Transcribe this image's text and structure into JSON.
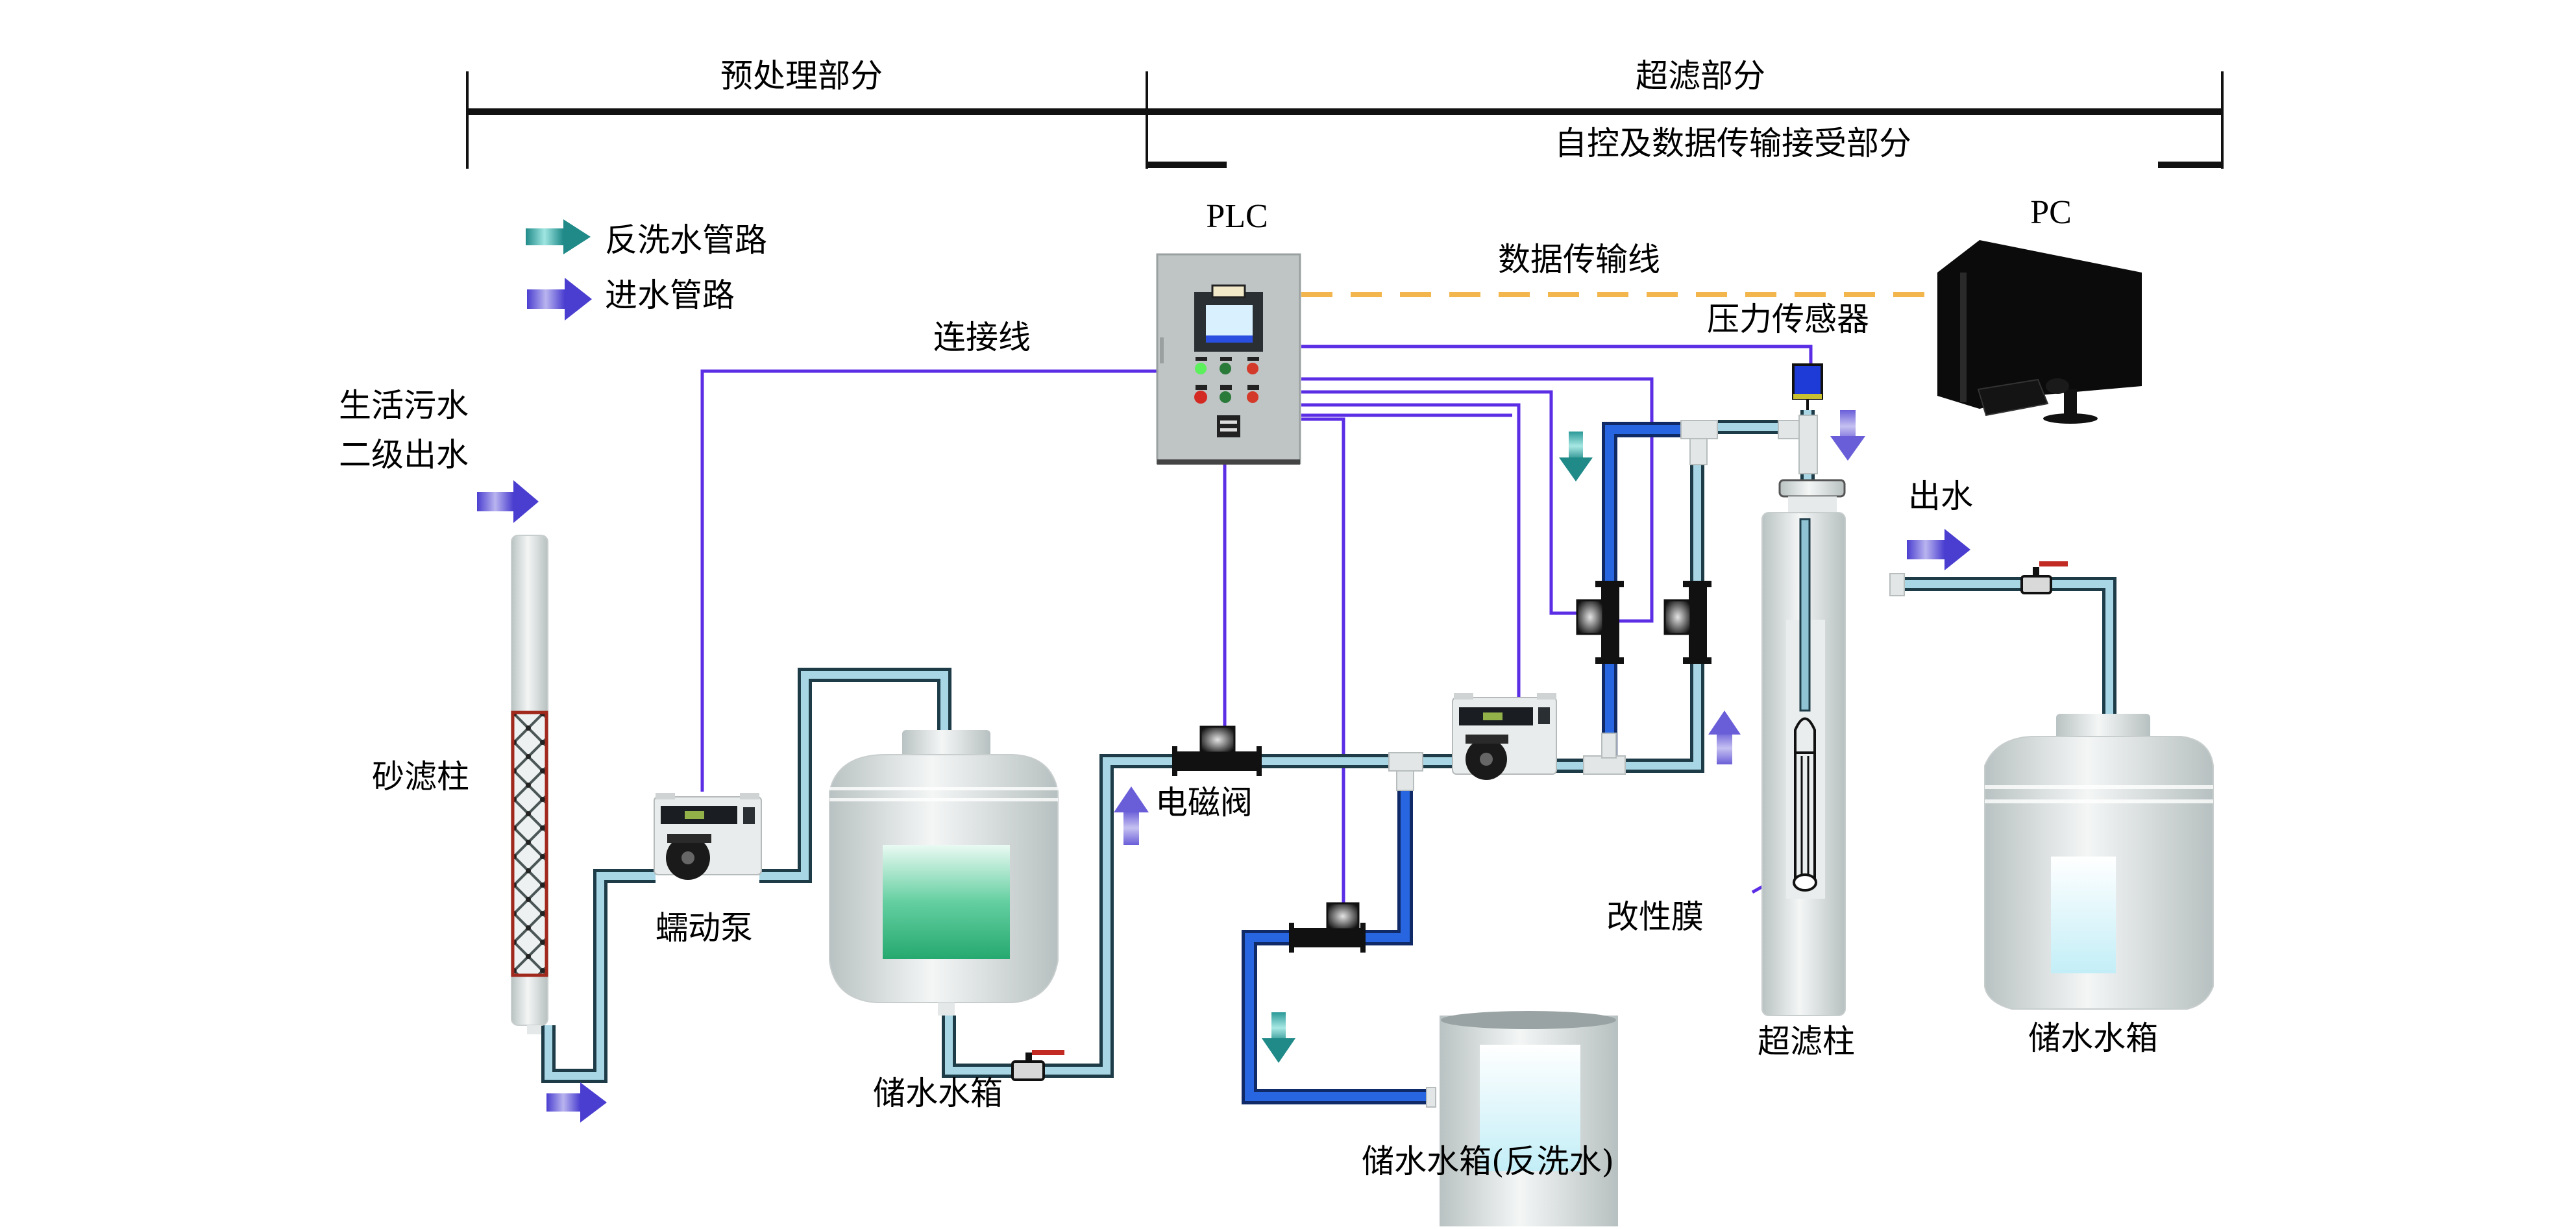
{
  "sections": {
    "pretreatment": "预处理部分",
    "ultrafiltration": "超滤部分",
    "control_data": "自控及数据传输接受部分"
  },
  "legend": {
    "backwash_pipe": "反洗水管路",
    "inlet_pipe": "进水管路"
  },
  "labels": {
    "plc": "PLC",
    "pc": "PC",
    "data_line": "数据传输线",
    "connect_line": "连接线",
    "pressure_sensor": "压力传感器",
    "source_line1": "生活污水",
    "source_line2": "二级出水",
    "sand_filter": "砂滤柱",
    "peristaltic_pump": "蠕动泵",
    "storage_tank_1": "储水水箱",
    "solenoid_valve": "电磁阀",
    "backwash_tank": "储水水箱(反洗水)",
    "modified_membrane": "改性膜",
    "uf_column": "超滤柱",
    "outlet": "出水",
    "storage_tank_2": "储水水箱"
  },
  "colors": {
    "control_wire": "#5b2ee6",
    "data_wire": "#f2b64c",
    "inlet_arrow": "#5a4fd6",
    "backwash_arrow": "#2a9a98",
    "pipe_inlet": "#8fc3d4",
    "pipe_backwash": "#1f5fd6",
    "tank_body": "#d7dcdc",
    "sand_mesh_border": "#a0281c",
    "tank1_water": "#2fb07a",
    "tank_water_light": "#c8f1f8"
  }
}
